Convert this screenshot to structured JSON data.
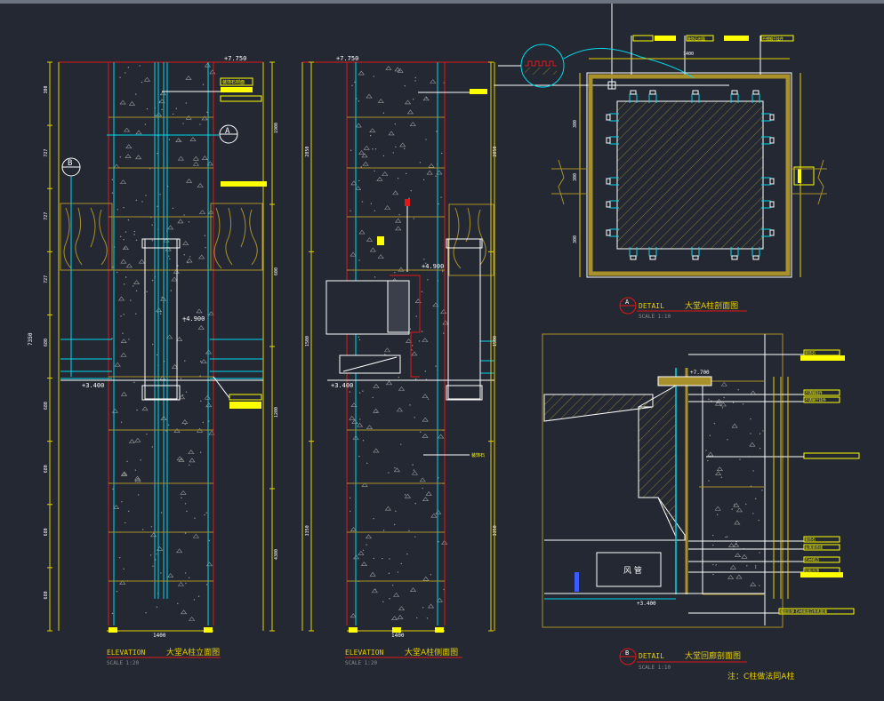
{
  "colors": {
    "background": "#232833",
    "yellow": "#e8d000",
    "olive": "#a8902a",
    "red": "#e01818",
    "cyan": "#00d8e8",
    "white": "#ffffff",
    "grey": "#8a8a8a",
    "tag": "#ffff00"
  },
  "levels": {
    "top": "+7.750",
    "floor": "+3.400",
    "mid": "+4.900",
    "hall": "+7.700"
  },
  "elevation": {
    "title_en": "ELEVATION",
    "title_cn": "大堂A柱立面图",
    "scale": "SCALE  1:20",
    "width_dim": "1400",
    "overall_dim": "7350",
    "section_markers": [
      "A",
      "B"
    ],
    "stone_label": "装饰石材面",
    "dims_left": [
      "300",
      "727",
      "727",
      "727",
      "680",
      "680",
      "680",
      "680",
      "680"
    ],
    "dims_right": [
      "1900",
      "600",
      "1200",
      "4300"
    ]
  },
  "side": {
    "title_en": "ELEVATION",
    "title_cn": "大堂A柱侧面图",
    "scale": "SCALE  1:20",
    "width_dim": "1400",
    "stone_label": "装饰石",
    "dims_left": [
      "2850",
      "1500",
      "3350"
    ],
    "dims_right": [
      "2850",
      "1500",
      "3350"
    ]
  },
  "detailA": {
    "marker": "A",
    "title_en": "DETAIL",
    "title_cn": "大堂A柱剖面图",
    "scale": "SCALE  1:10",
    "top_dim": "1400",
    "notes": [
      "装饰石材面",
      "不锈钢干挂件"
    ],
    "side_dims": [
      "300",
      "300",
      "300"
    ]
  },
  "detailB": {
    "marker": "B",
    "title_en": "DETAIL",
    "title_cn": "大堂回廊剖面图",
    "scale": "SCALE  1:10",
    "duct_label": "风  管",
    "notes": [
      "装饰石",
      "不锈钢挂件",
      "不锈钢干挂件",
      "装饰石",
      "金属装饰线",
      "石材收边",
      "铝板吊顶",
      "面层处理 石材面层白色乳胶漆"
    ]
  },
  "footnote": "注：C柱做法同A柱"
}
